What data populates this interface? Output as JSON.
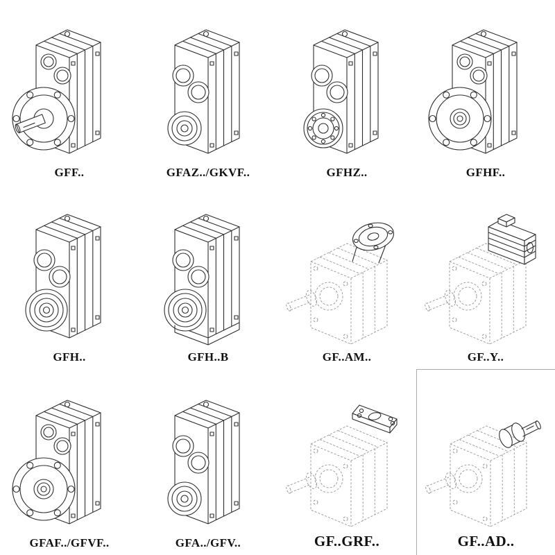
{
  "style": {
    "background": "#ffffff",
    "line_color": "#2e2e2e",
    "phantom_line_color": "#9a9a9a",
    "label_color": "#111111",
    "cell_border_color": "#ababab"
  },
  "catalog": {
    "items": [
      {
        "label": "GFF..",
        "drawing": "parallel-shaft-gearbox-output-flange-solid-shaft",
        "line_style": "solid"
      },
      {
        "label": "GFAZ../GKVF..",
        "drawing": "parallel-shaft-gearbox-hollow-shaft",
        "line_style": "solid"
      },
      {
        "label": "GFHZ..",
        "drawing": "parallel-shaft-gearbox-hollow-shaft-shrink-disc",
        "line_style": "solid"
      },
      {
        "label": "GFHF..",
        "drawing": "parallel-shaft-gearbox-flange-hollow-shaft",
        "line_style": "solid"
      },
      {
        "label": "GFH..",
        "drawing": "parallel-shaft-gearbox-hollow-shaft-large-bearing",
        "line_style": "solid"
      },
      {
        "label": "GFH..B",
        "drawing": "parallel-shaft-gearbox-hollow-shaft-foot-mounted",
        "line_style": "solid"
      },
      {
        "label": "GF..AM..",
        "drawing": "gearbox-phantom-with-iec-motor-adapter-flange",
        "line_style": "phantom"
      },
      {
        "label": "GF..Y..",
        "drawing": "gearbox-phantom-with-mounted-motor",
        "line_style": "phantom"
      },
      {
        "label": "GFAF../GFVF..",
        "drawing": "parallel-shaft-gearbox-output-flange-hollow",
        "line_style": "solid"
      },
      {
        "label": "GFA../GFV..",
        "drawing": "parallel-shaft-gearbox-hollow-shaft",
        "line_style": "solid"
      },
      {
        "label": "GF..GRF..",
        "drawing": "gearbox-phantom-with-mounting-plate",
        "line_style": "phantom"
      },
      {
        "label": "GF..AD..",
        "drawing": "gearbox-phantom-with-input-shaft-adapter",
        "line_style": "phantom"
      }
    ]
  }
}
